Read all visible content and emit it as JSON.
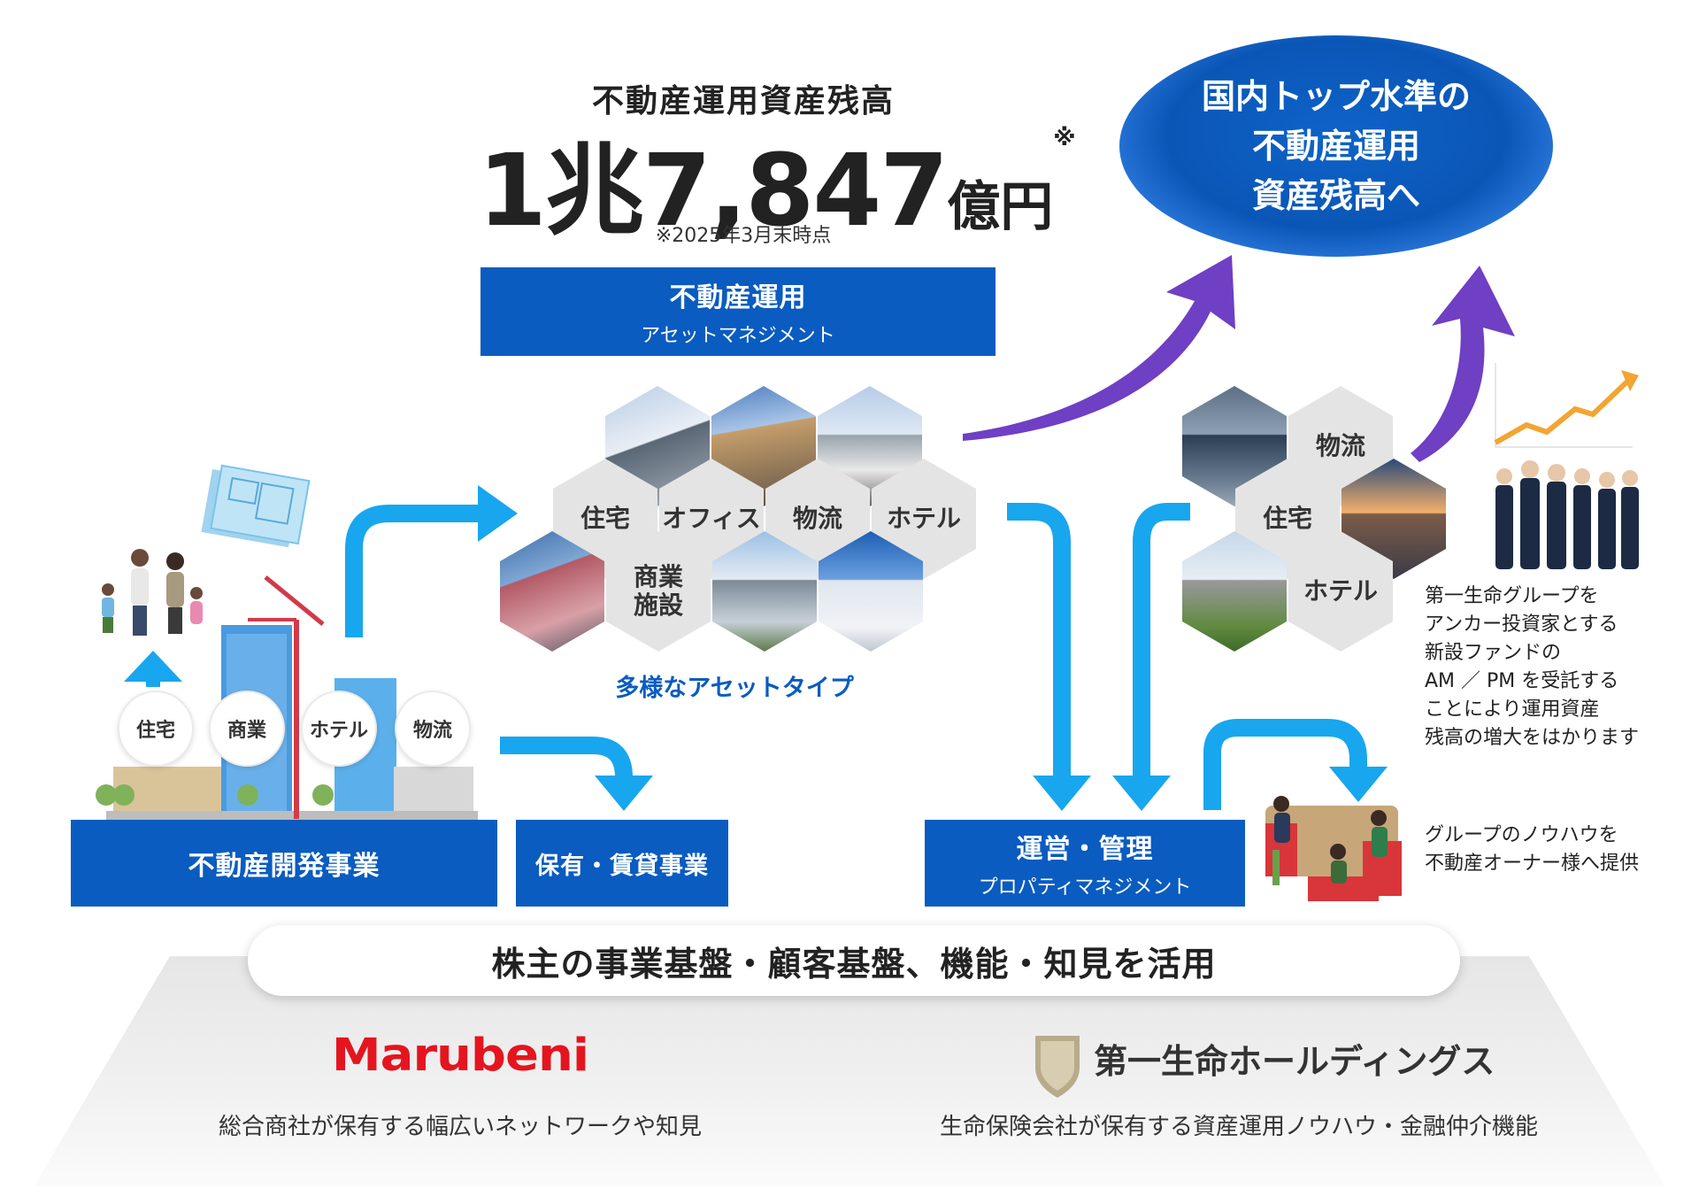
{
  "headline": {
    "label": "不動産運用資産残高",
    "value_main": "1兆",
    "value_num": "7,847",
    "value_unit": "億円",
    "asterisk": "※",
    "note": "※2025年3月末時点"
  },
  "asset_management": {
    "title": "不動産運用",
    "subtitle": "アセットマネジメント"
  },
  "goal": {
    "line1": "国内トップ水準の",
    "line2": "不動産運用",
    "line3": "資産残高へ"
  },
  "asset_types": {
    "labels": [
      "住宅",
      "オフィス",
      "物流",
      "ホテル",
      "商業\n施設"
    ],
    "caption": "多様なアセットタイプ"
  },
  "right_hexes": [
    "物流",
    "住宅",
    "ホテル"
  ],
  "development": {
    "circles": [
      "住宅",
      "商業",
      "ホテル",
      "物流"
    ],
    "title": "不動産開発事業"
  },
  "holding": {
    "title": "保有・賃貸事業"
  },
  "property_management": {
    "title": "運営・管理",
    "subtitle": "プロパティマネジメント"
  },
  "fund_text": [
    "第一生命グループを",
    "アンカー投資家とする",
    "新設ファンドの",
    "AM ／ PM を受託する",
    "ことにより運用資産",
    "残高の増大をはかります"
  ],
  "knowhow_text": [
    "グループのノウハウを",
    "不動産オーナー様へ提供"
  ],
  "foundation": {
    "text": "株主の事業基盤・顧客基盤、機能・知見を活用"
  },
  "partners": {
    "marubeni_logo": "Marubeni",
    "marubeni_desc": "総合商社が保有する幅広いネットワークや知見",
    "dl_logo": "第一生命ホールディングス",
    "dl_desc": "生命保険会社が保有する資産運用ノウハウ・金融仲介機能"
  },
  "colors": {
    "blue": "#0a5cc0",
    "arrow_cyan": "#18a6ee",
    "arrow_purple": "#6f3fc4",
    "marubeni_red": "#e4151f"
  }
}
